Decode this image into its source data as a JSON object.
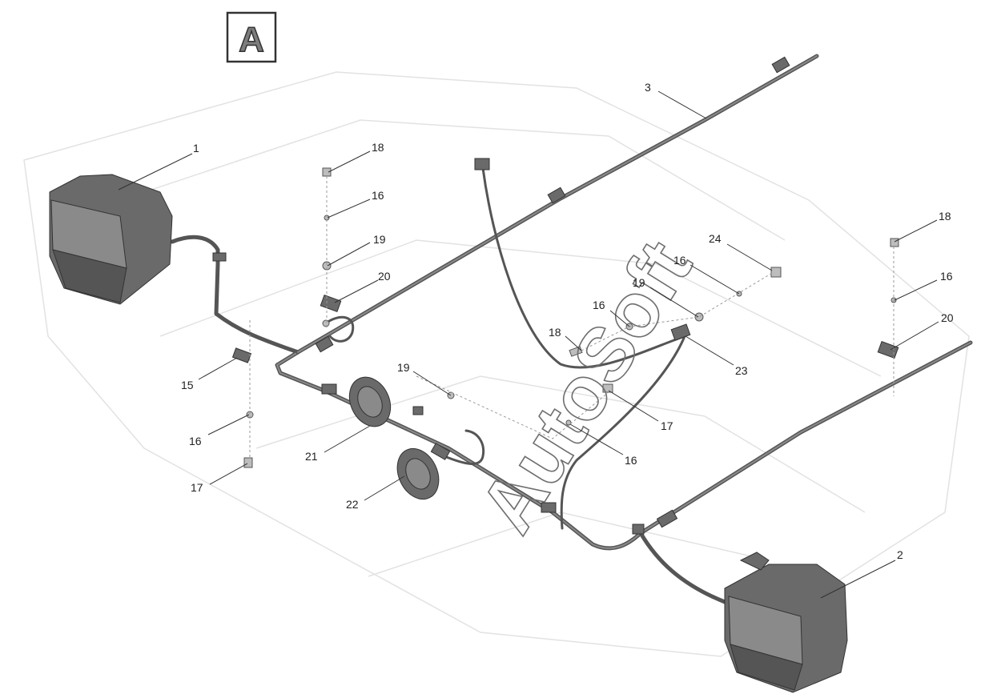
{
  "view_label": "A",
  "watermark": "AutoSoft",
  "callouts": [
    {
      "id": "c1",
      "text": "1"
    },
    {
      "id": "c2",
      "text": "2"
    },
    {
      "id": "c3",
      "text": "3"
    },
    {
      "id": "c15",
      "text": "15"
    },
    {
      "id": "c16a",
      "text": "16"
    },
    {
      "id": "c16b",
      "text": "16"
    },
    {
      "id": "c16c",
      "text": "16"
    },
    {
      "id": "c16d",
      "text": "16"
    },
    {
      "id": "c16e",
      "text": "16"
    },
    {
      "id": "c16f",
      "text": "16"
    },
    {
      "id": "c17a",
      "text": "17"
    },
    {
      "id": "c17b",
      "text": "17"
    },
    {
      "id": "c18a",
      "text": "18"
    },
    {
      "id": "c18b",
      "text": "18"
    },
    {
      "id": "c18c",
      "text": "18"
    },
    {
      "id": "c19a",
      "text": "19"
    },
    {
      "id": "c19b",
      "text": "19"
    },
    {
      "id": "c19c",
      "text": "19"
    },
    {
      "id": "c20a",
      "text": "20"
    },
    {
      "id": "c20b",
      "text": "20"
    },
    {
      "id": "c21",
      "text": "21"
    },
    {
      "id": "c22",
      "text": "22"
    },
    {
      "id": "c23",
      "text": "23"
    },
    {
      "id": "c24",
      "text": "24"
    }
  ]
}
